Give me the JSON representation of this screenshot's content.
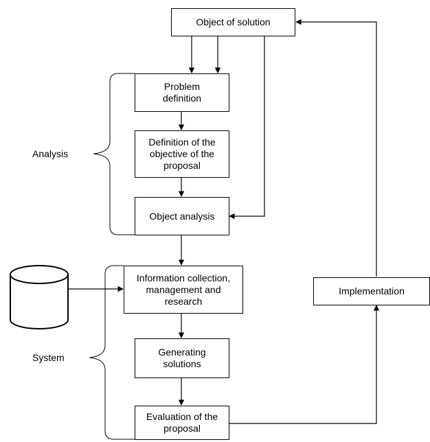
{
  "nodes": {
    "object_of_solution": "Object of solution",
    "problem_definition": "Problem\ndefinition",
    "definition_objective": "Definition of the\nobjective of the\nproposal",
    "object_analysis": "Object analysis",
    "information_collection": "Information collection,\nmanagement and\nresearch",
    "generating_solutions": "Generating\nsolutions",
    "evaluation_proposal": "Evaluation of the\nproposal",
    "implementation": "Implementation"
  },
  "groups": {
    "analysis": "Analysis",
    "system": "System"
  },
  "database_icon": "database-cylinder-icon"
}
